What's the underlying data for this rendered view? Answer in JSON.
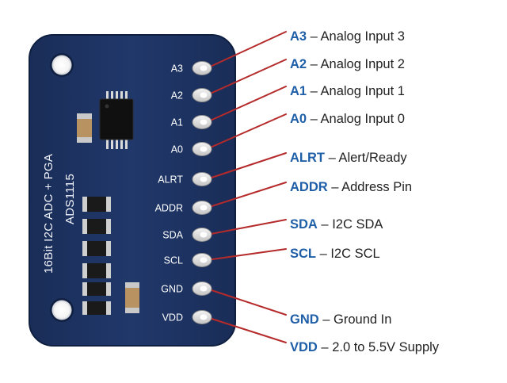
{
  "board": {
    "title_line1": "16Bit I2C ADC + PGA",
    "title_line2": "ADS1115"
  },
  "pins": [
    {
      "id": "a3",
      "label": "A3",
      "name": "A3",
      "desc": " – Analog Input 3"
    },
    {
      "id": "a2",
      "label": "A2",
      "name": "A2",
      "desc": " – Analog Input 2"
    },
    {
      "id": "a1",
      "label": "A1",
      "name": "A1",
      "desc": " – Analog Input 1"
    },
    {
      "id": "a0",
      "label": "A0",
      "name": "A0",
      "desc": " – Analog Input 0"
    },
    {
      "id": "alrt",
      "label": "ALRT",
      "name": "ALRT",
      "desc": " – Alert/Ready"
    },
    {
      "id": "addr",
      "label": "ADDR",
      "name": "ADDR",
      "desc": " – Address Pin"
    },
    {
      "id": "sda",
      "label": "SDA",
      "name": "SDA",
      "desc": " – I2C SDA"
    },
    {
      "id": "scl",
      "label": "SCL",
      "name": "SCL",
      "desc": " – I2C SCL"
    },
    {
      "id": "gnd",
      "label": "GND",
      "name": "GND",
      "desc": " – Ground In"
    },
    {
      "id": "vdd",
      "label": "VDD",
      "name": "VDD",
      "desc": " – 2.0 to 5.5V Supply"
    }
  ],
  "colors": {
    "board": "#1c3260",
    "board_edge": "#0f1f40",
    "pin_name": "#1f5fa8",
    "pointer": "#b52a2a",
    "description": "#222222"
  }
}
